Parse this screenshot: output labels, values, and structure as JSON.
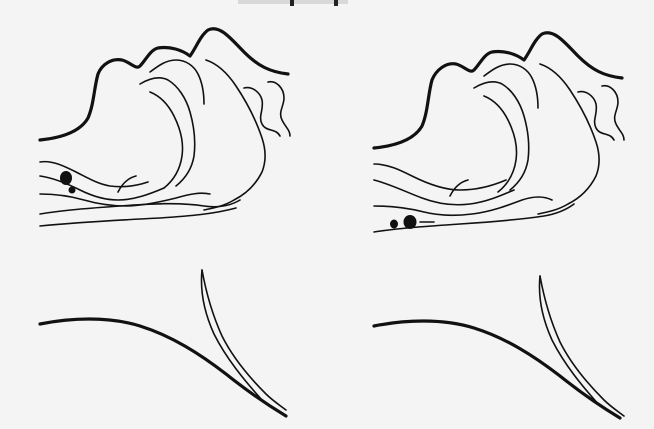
{
  "figure": {
    "panels": [
      {
        "id": "left",
        "state": "airway-open"
      },
      {
        "id": "right",
        "state": "airway-obstructed"
      }
    ],
    "colors": {
      "background": "#f4f4f4",
      "line": "#111111",
      "top_bar": "#d8d8d8"
    }
  }
}
